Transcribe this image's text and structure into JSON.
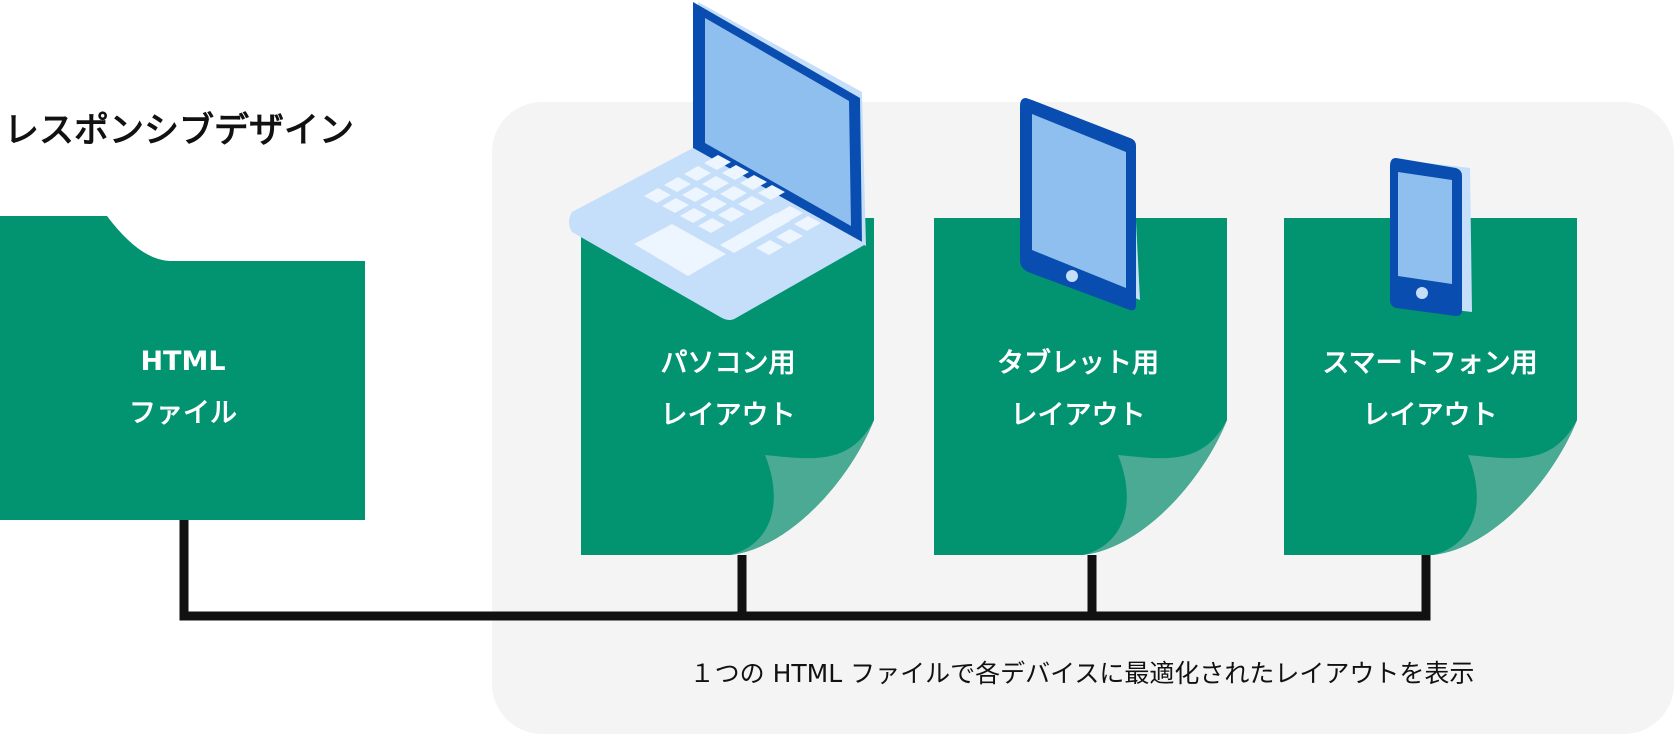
{
  "title": "レスポンシブデザイン",
  "source_file": {
    "label_line1": "HTML",
    "label_line2": "ファイル"
  },
  "layouts": [
    {
      "device": "laptop-icon",
      "label_line1": "パソコン用",
      "label_line2": "レイアウト"
    },
    {
      "device": "tablet-icon",
      "label_line1": "タブレット用",
      "label_line2": "レイアウト"
    },
    {
      "device": "smartphone-icon",
      "label_line1": "スマートフォン用",
      "label_line2": "レイアウト"
    }
  ],
  "caption": "１つの HTML ファイルで各デバイスに最適化されたレイアウトを表示",
  "colors": {
    "card_green": "#029370",
    "fold_green": "#4aaa94",
    "panel_gray": "#f4f4f4",
    "device_dark_blue": "#0a4db0",
    "device_screen_blue": "#8fbfef",
    "device_light_blue": "#c5defa",
    "connector_black": "#111111"
  }
}
